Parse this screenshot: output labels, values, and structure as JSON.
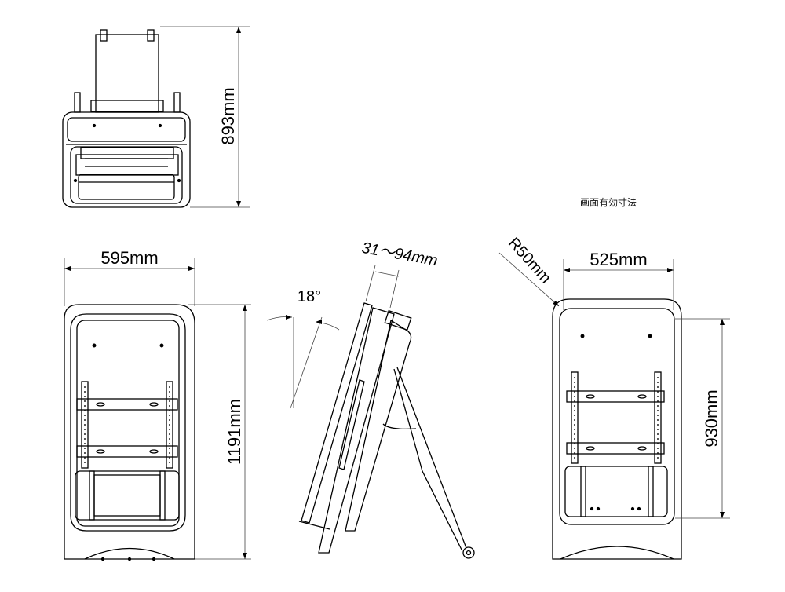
{
  "top_view": {
    "height_label": "893mm"
  },
  "front_view": {
    "width_label": "595mm",
    "height_label": "1191mm"
  },
  "side_view": {
    "angle_label": "18°",
    "depth_label": "31～94mm"
  },
  "screen_view": {
    "note": "画面有効寸法",
    "width_label": "525mm",
    "height_label": "930mm",
    "radius_label": "R50mm"
  },
  "colors": {
    "line": "#000000",
    "dim_line": "#444444"
  }
}
